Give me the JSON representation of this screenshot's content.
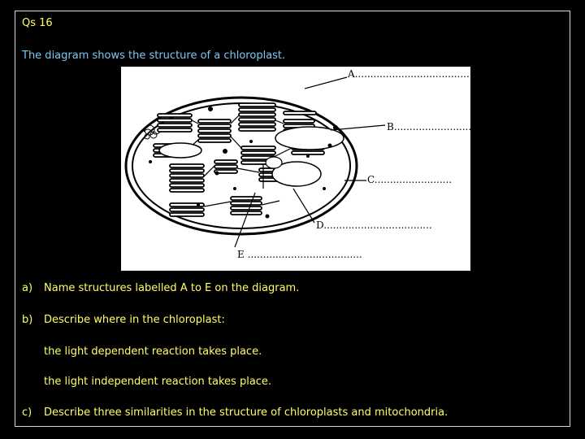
{
  "slide": {
    "question_number": "Qs 16",
    "intro": "The diagram shows the structure of a chloroplast.",
    "parts": {
      "a": {
        "letter": "a)",
        "text": "Name structures labelled A to E on the diagram."
      },
      "b": {
        "letter": "b)",
        "text": "Describe where in the chloroplast:"
      },
      "b1": "the light dependent reaction takes place.",
      "b2": "the light independent reaction takes place.",
      "c": {
        "letter": "c)",
        "text": "Describe three similarities in the structure of chloroplasts and mitochondria."
      }
    }
  },
  "diagram": {
    "labels": {
      "A": "A.....................................",
      "B": "B.........................",
      "C": "C.........................",
      "D": "D...................................",
      "E": "E ....................................."
    }
  },
  "colors": {
    "background": "#000000",
    "question_text": "#ffff66",
    "intro_text": "#7ec8f2"
  }
}
